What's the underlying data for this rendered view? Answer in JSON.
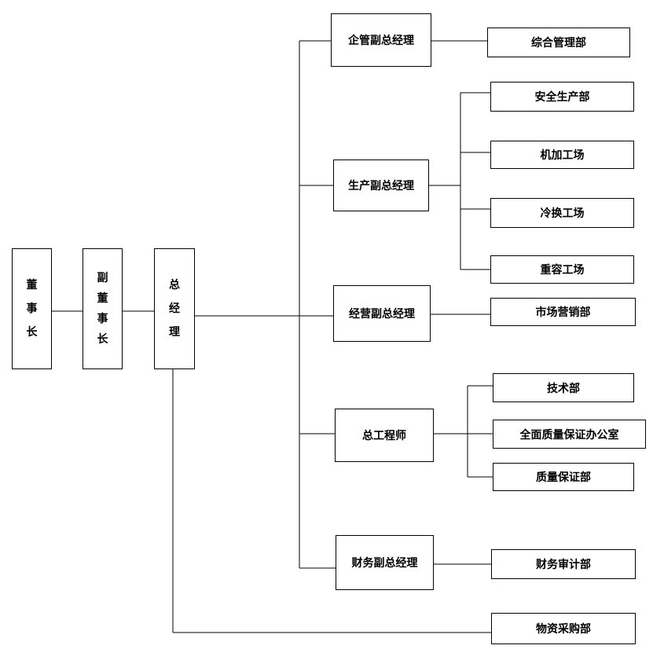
{
  "top": {
    "chairman": [
      "董",
      "事",
      "长"
    ],
    "vice_chairman": [
      "副",
      "董",
      "事",
      "长"
    ],
    "general_manager": [
      "总",
      "经",
      "理"
    ]
  },
  "deputies": {
    "admin": "企管副总经理",
    "production": "生产副总经理",
    "operation": "经营副总经理",
    "chief_engineer": "总工程师",
    "finance": "财务副总经理"
  },
  "departments": {
    "general_admin": "综合管理部",
    "safety_production": "安全生产部",
    "machining": "机加工场",
    "heat_exchanger": "冷换工场",
    "vessel": "重容工场",
    "marketing": "市场营销部",
    "technology": "技术部",
    "quality_office": "全面质量保证办公室",
    "quality_assurance": "质量保证部",
    "audit": "财务审计部",
    "procurement": "物资采购部"
  }
}
